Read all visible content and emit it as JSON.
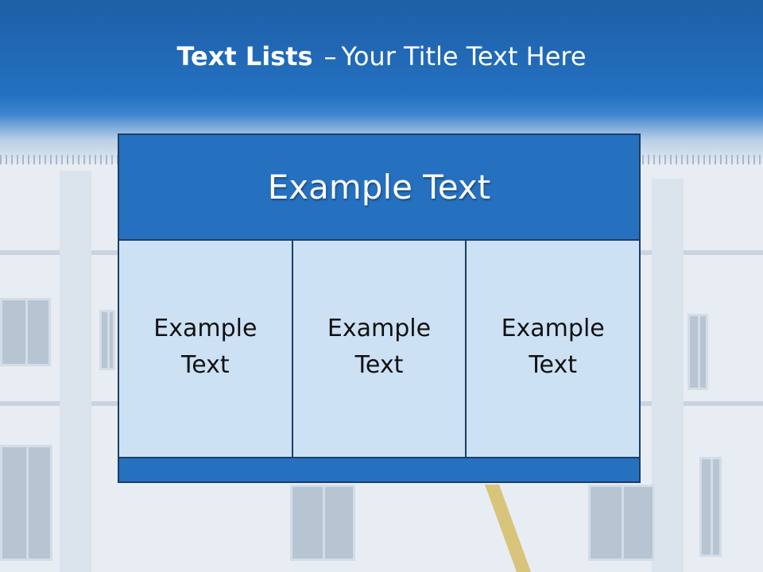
{
  "slide": {
    "title_bold": "Text Lists",
    "title_separator": "–",
    "title_rest": "Your Title Text Here",
    "header_text": "Example Text",
    "cells": [
      "Example Text",
      "Example Text",
      "Example Text"
    ]
  },
  "colors": {
    "title_bar": "#1f5fa6",
    "header_fill": "#2670c0",
    "cell_fill": "#cde1f5",
    "border": "#1b3f66"
  }
}
